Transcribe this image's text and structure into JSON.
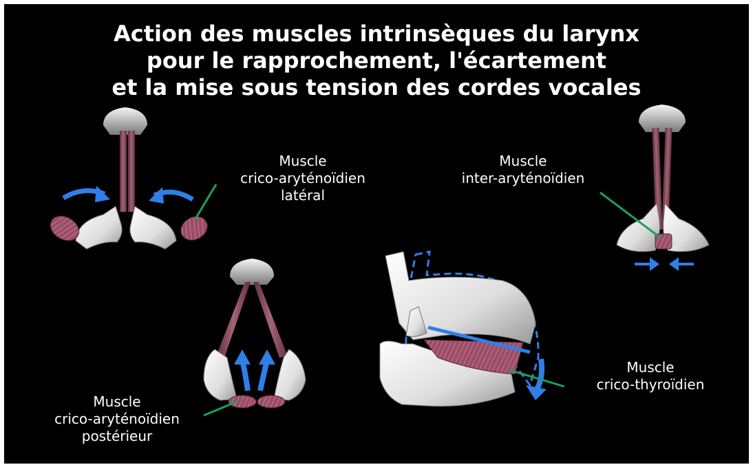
{
  "title": {
    "line1": "Action des muscles intrinsèques du larynx",
    "line2": "pour le rapprochement, l'écartement",
    "line3": "et la mise sous tension des cordes vocales"
  },
  "labels": {
    "lateral": [
      "Muscle",
      "crico-aryténoïdien",
      "latéral"
    ],
    "inter": [
      "Muscle",
      "inter-aryténoïdien"
    ],
    "posterior": [
      "Muscle",
      "crico-aryténoïdien",
      "postérieur"
    ],
    "thyroid": [
      "Muscle",
      "crico-thyroïdien"
    ]
  },
  "colors": {
    "background": "#000000",
    "arrow": "#2f7fe8",
    "pointer": "#1fa05a",
    "muscle": "#8a4a5e",
    "cartilage": "#ececec"
  }
}
